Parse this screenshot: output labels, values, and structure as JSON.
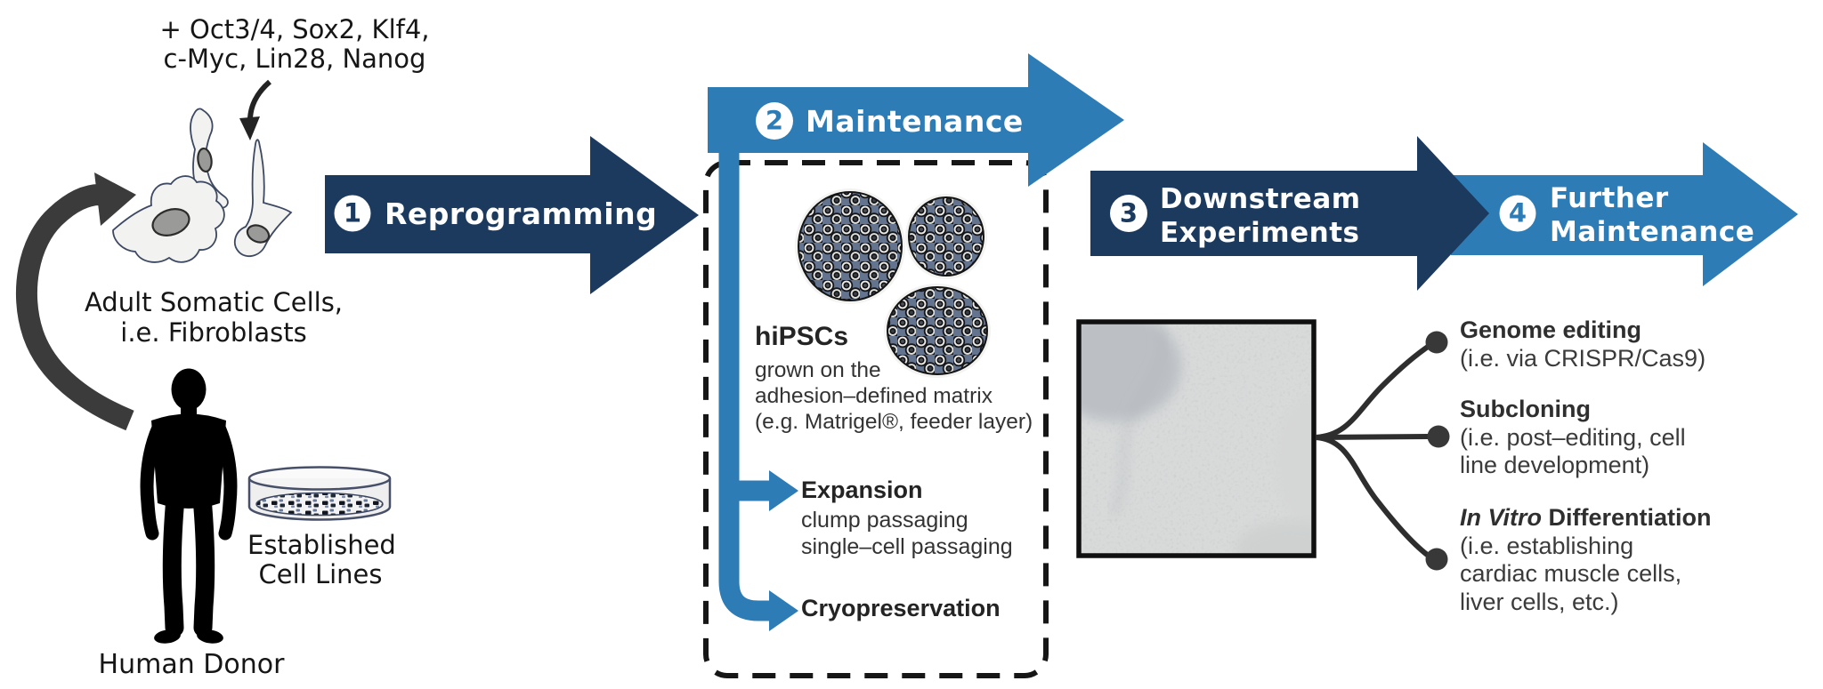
{
  "palette": {
    "navy": "#1b3a5e",
    "blue": "#2d7cb5"
  },
  "inputs": {
    "line1": "+ Oct3/4, Sox2, Klf4,",
    "line2": "c-Myc, Lin28, Nanog"
  },
  "somatic": {
    "line1": "Adult Somatic Cells,",
    "line2": "i.e. Fibroblasts"
  },
  "donor": {
    "label": "Human Donor"
  },
  "cell_lines": {
    "line1": "Established",
    "line2": "Cell Lines"
  },
  "step1": {
    "number": "1",
    "label": "Reprogramming"
  },
  "step2": {
    "number": "2",
    "label": "Maintenance"
  },
  "step3": {
    "number": "3",
    "line1": "Downstream",
    "line2": "Experiments"
  },
  "step4": {
    "number": "4",
    "line1": "Further",
    "line2": "Maintenance"
  },
  "box": {
    "title": "hiPSCs",
    "line1": "grown on the",
    "line2": "adhesion–defined matrix",
    "line3": "(e.g. Matrigel®, feeder layer)",
    "expansion": "Expansion",
    "expansion1": "clump passaging",
    "expansion2": "single–cell passaging",
    "cryo": "Cryopreservation"
  },
  "options": {
    "one_title": "Genome editing",
    "one_line1": "(i.e. via CRISPR/Cas9)",
    "two_title": "Subcloning",
    "two_line1": "(i.e. post–editing, cell",
    "two_line2": "line development)",
    "three_title_italic": "In Vitro",
    "three_title_rest": " Differentiation",
    "three_line1": "(i.e. establishing",
    "three_line2": "cardiac muscle cells,",
    "three_line3": "liver cells, etc.)"
  }
}
